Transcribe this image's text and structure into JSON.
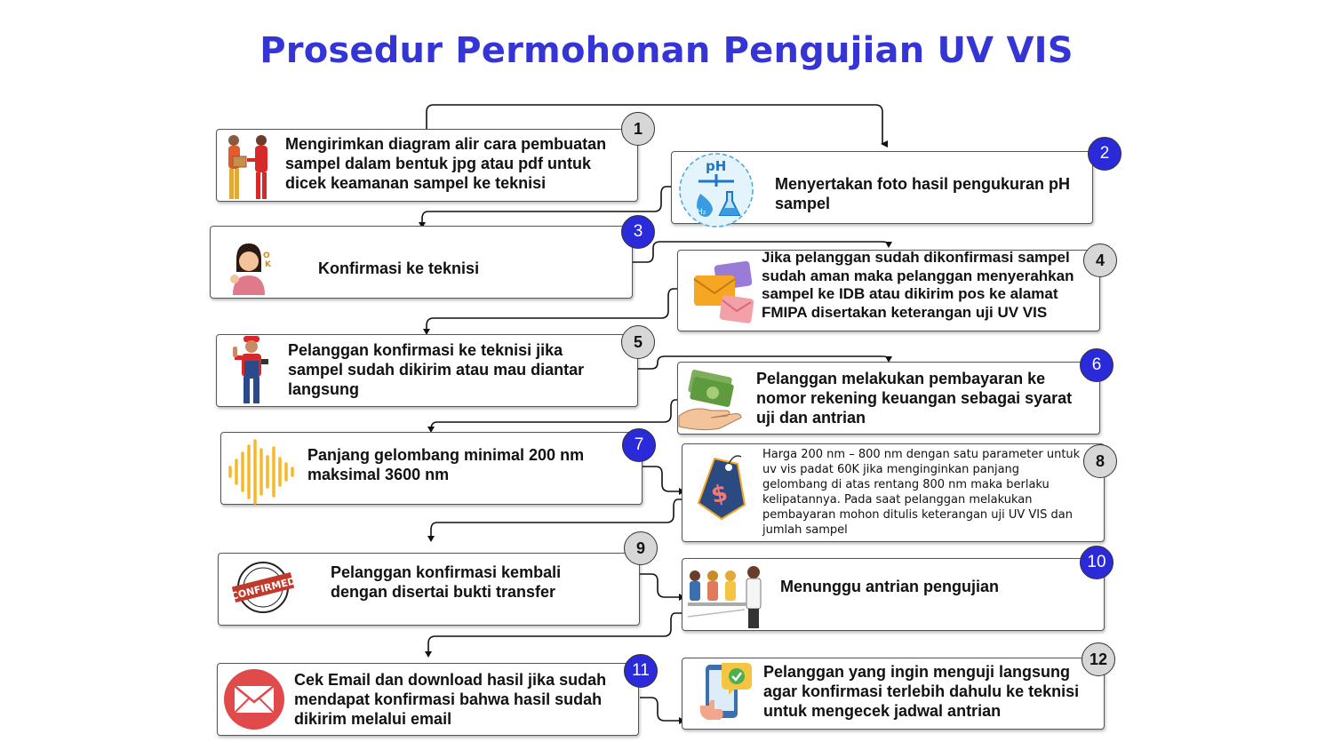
{
  "title": "Prosedur Permohonan Pengujian UV VIS",
  "colors": {
    "title": "#3535d6",
    "badge_blue": "#2a2ad8",
    "badge_grey": "#d7d7d7"
  },
  "steps": [
    {
      "number": "1",
      "text": "Mengirimkan diagram alir cara pembuatan sampel dalam bentuk jpg atau pdf untuk dicek keamanan sampel ke teknisi",
      "icon": "delivery-people-icon"
    },
    {
      "number": "2",
      "text": "Menyertakan foto hasil pengukuran pH sampel",
      "icon": "ph-water-icon"
    },
    {
      "number": "3",
      "text": "Konfirmasi ke teknisi",
      "icon": "woman-ok-icon"
    },
    {
      "number": "4",
      "text": "Jika pelanggan sudah dikonfirmasi sampel sudah aman maka pelanggan menyerahkan sampel ke IDB atau dikirim pos ke alamat FMIPA disertakan keterangan uji UV VIS",
      "icon": "envelopes-icon"
    },
    {
      "number": "5",
      "text": "Pelanggan konfirmasi ke teknisi jika sampel sudah dikirim atau mau diantar langsung",
      "icon": "technician-icon"
    },
    {
      "number": "6",
      "text": "Pelanggan melakukan pembayaran ke nomor rekening keuangan sebagai syarat uji dan antrian",
      "icon": "money-hand-icon"
    },
    {
      "number": "7",
      "text": "Panjang gelombang minimal 200 nm maksimal 3600 nm",
      "icon": "sound-wave-icon"
    },
    {
      "number": "8",
      "text": "Harga 200 nm – 800 nm dengan satu parameter untuk uv vis padat 60K jika menginginkan panjang gelombang di atas rentang 800 nm maka berlaku kelipatannya. Pada saat pelanggan melakukan pembayaran mohon ditulis keterangan uji UV VIS dan jumlah sampel",
      "icon": "price-tag-icon"
    },
    {
      "number": "9",
      "text": "Pelanggan konfirmasi kembali dengan disertai bukti transfer",
      "icon": "confirmed-stamp-icon",
      "stamp_text": "CONFIRMED"
    },
    {
      "number": "10",
      "text": "Menunggu antrian pengujian",
      "icon": "queue-people-icon"
    },
    {
      "number": "11",
      "text": "Cek Email dan download hasil jika sudah mendapat konfirmasi bahwa hasil sudah dikirim melalui email",
      "icon": "email-icon"
    },
    {
      "number": "12",
      "text": "Pelanggan yang ingin menguji langsung agar konfirmasi terlebih dahulu ke teknisi untuk mengecek jadwal antrian",
      "icon": "phone-check-icon"
    }
  ]
}
